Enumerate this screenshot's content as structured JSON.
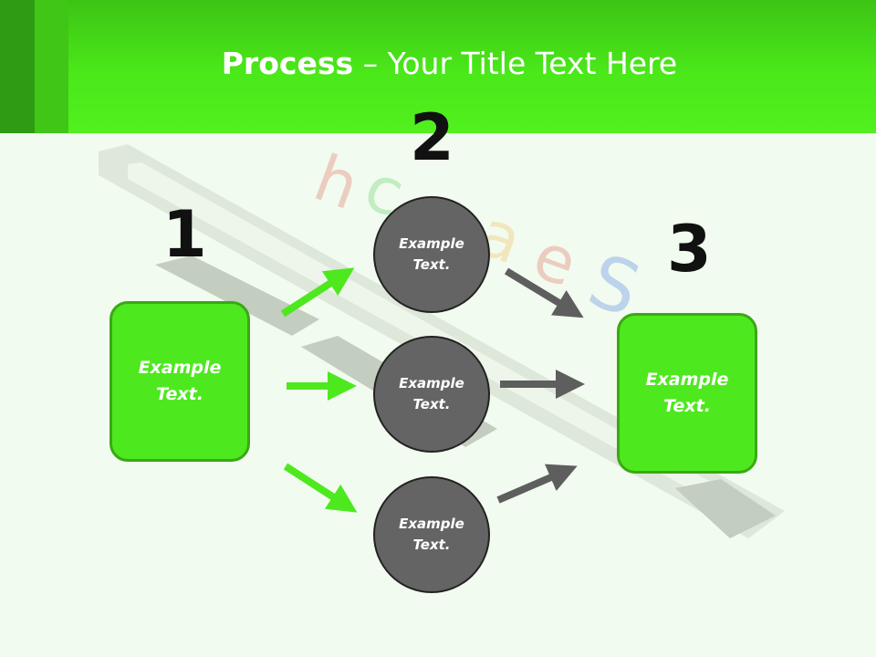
{
  "title": {
    "bold": "Process",
    "rest": " – Your Title Text Here"
  },
  "steps": {
    "one": "1",
    "two": "2",
    "three": "3"
  },
  "start_box": "Example\nText.",
  "end_box": "Example\nText.",
  "circles": [
    {
      "text": "Example\nText."
    },
    {
      "text": "Example\nText."
    },
    {
      "text": "Example\nText."
    }
  ],
  "colors": {
    "header_green": "#4be81a",
    "box_green": "#4ee81f",
    "circle_gray": "#646464",
    "arrow_green": "#4ee81f",
    "arrow_gray": "#5e5e5e"
  }
}
